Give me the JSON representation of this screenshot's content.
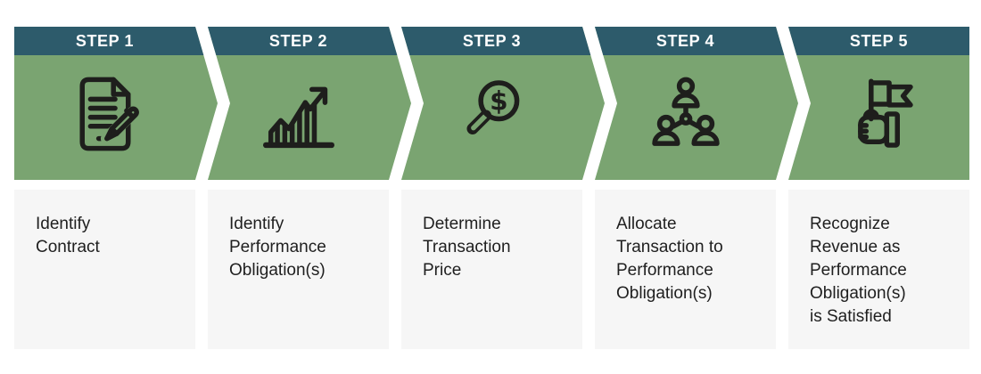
{
  "title": "5-step revenue recognition process",
  "palette": {
    "header_bar": "#2d5b6b",
    "arrow_body": "#7aa471",
    "icon_ink": "#1e1e1c",
    "card_background": "#f6f6f6",
    "description_text": "#1f1f1f",
    "step_label_text": "#ffffff",
    "page_background": "#ffffff"
  },
  "steps": [
    {
      "label": "STEP 1",
      "icon": "contract-pencil-icon",
      "description": "Identify\nContract"
    },
    {
      "label": "STEP 2",
      "icon": "growth-chart-icon",
      "description": "Identify\nPerformance\nObligation(s)"
    },
    {
      "label": "STEP 3",
      "icon": "magnifier-dollar-icon",
      "description": "Determine\nTransaction\nPrice"
    },
    {
      "label": "STEP 4",
      "icon": "org-chart-people-icon",
      "description": "Allocate\nTransaction to\nPerformance\nObligation(s)"
    },
    {
      "label": "STEP 5",
      "icon": "flag-hand-icon",
      "description": "Recognize\nRevenue as\nPerformance\nObligation(s)\nis Satisfied"
    }
  ]
}
